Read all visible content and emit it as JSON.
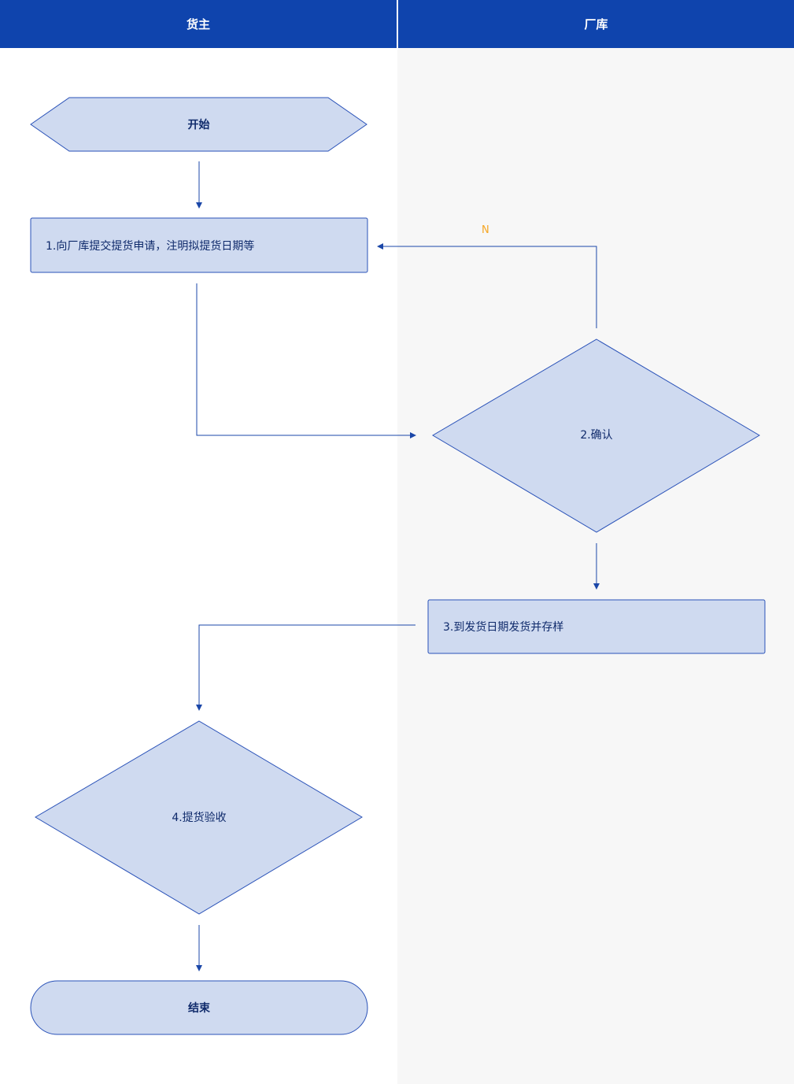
{
  "lanes": {
    "left": "货主",
    "right": "厂库"
  },
  "nodes": {
    "start": "开始",
    "step1": "1.向厂库提交提货申请，注明拟提货日期等",
    "step2": "2.确认",
    "step3": "3.到发货日期发货并存样",
    "step4": "4.提货验收",
    "end": "结束"
  },
  "edges": {
    "no_label": "N"
  },
  "colors": {
    "header": "#0f44ad",
    "node_fill": "#cfdaf0",
    "node_stroke": "#2a52b8",
    "connector": "#1b47a8",
    "no_label": "#f5a623",
    "right_lane_bg": "#f7f7f7"
  }
}
